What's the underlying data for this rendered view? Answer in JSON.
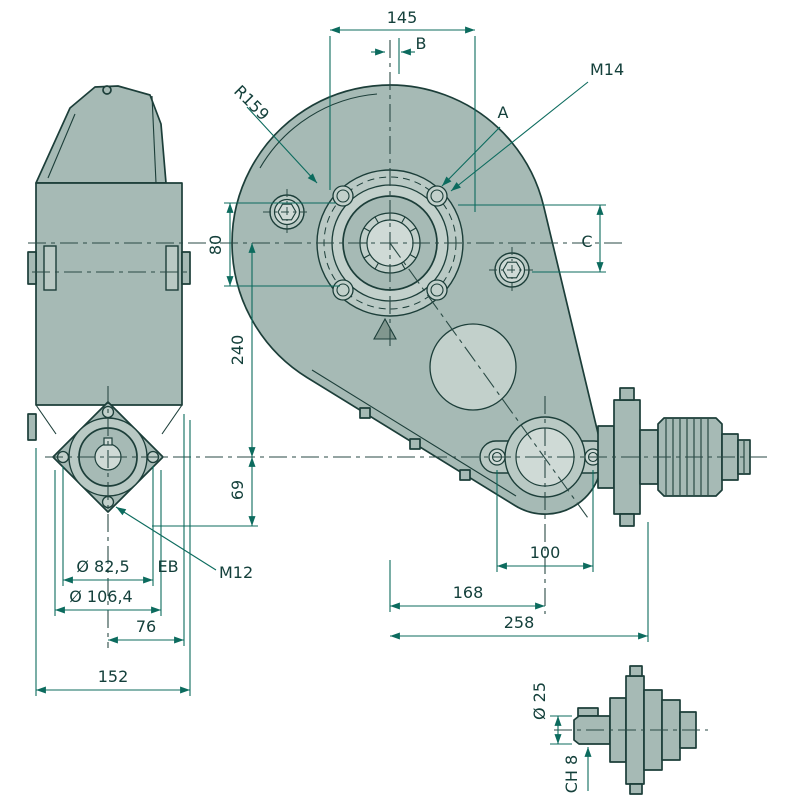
{
  "colors": {
    "background": "#ffffff",
    "body_fill": "#a6bab5",
    "face_fill": "#b9c9c4",
    "bore_fill": "#cfdad6",
    "outline": "#1c3e39",
    "centerline": "#2a4a45",
    "dimension_line": "#0c6b5e",
    "dimension_text": "#14403b"
  },
  "labels": {
    "dim_145": "145",
    "dim_b": "B",
    "thread_m14": "M14",
    "radius_r159": "R159",
    "label_a": "A",
    "dim_80": "80",
    "label_c": "C",
    "dim_240": "240",
    "dim_69": "69",
    "dia_82_5": "Ø 82,5",
    "label_eb": "EB",
    "thread_m12": "M12",
    "dia_106_4": "Ø 106,4",
    "dim_76": "76",
    "dim_152": "152",
    "dim_100": "100",
    "dim_168": "168",
    "dim_258": "258",
    "dia_25": "Ø 25",
    "ch_8": "CH 8"
  }
}
